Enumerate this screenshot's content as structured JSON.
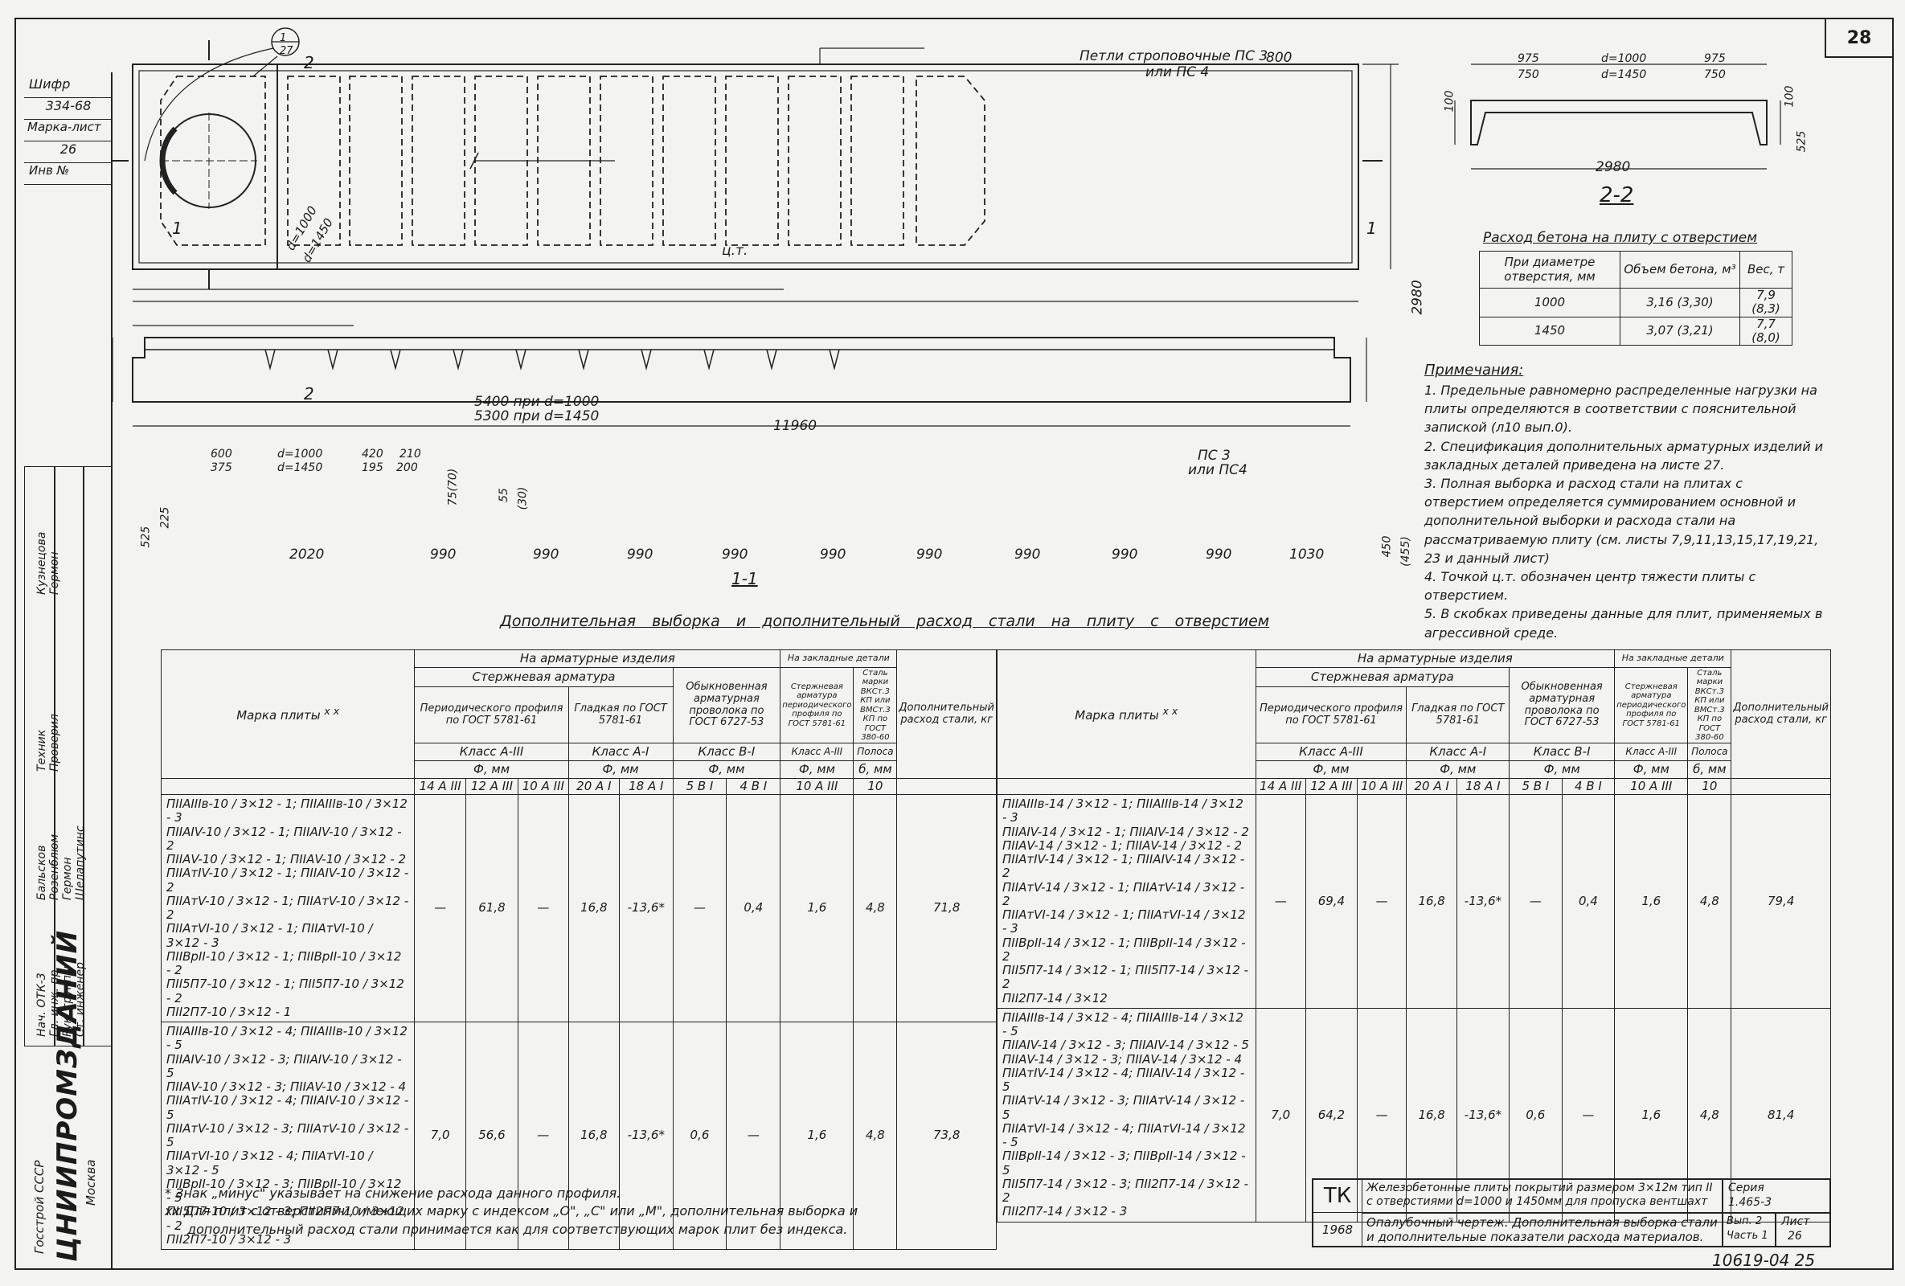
{
  "sheet_no": "28",
  "stamp": {
    "cipher_label": "Шифр",
    "cipher_value": "334-68",
    "mark_sheet_label": "Марка-лист",
    "mark_sheet_value": "26",
    "inv_label": "Инв №"
  },
  "left_strip": {
    "org1": "Госстрой СССР",
    "org2": "ЦНИИПРОМЗДАНИЙ",
    "city": "Москва",
    "roles": [
      "Нач. ОТК-3",
      "Гл. инж. пр",
      "Рук. группы",
      "Ст. инженер",
      "Техник",
      "Проверил"
    ],
    "names": [
      "Бальсков",
      "Розенблюм",
      "Гермон",
      "Шелапутинс",
      "Кузнецова",
      "Гермон"
    ]
  },
  "plan": {
    "loops_label": "Петли строповочные ПС 3",
    "loops_label2": "или ПС 4",
    "dim_800": "800",
    "section_mark_1": "1",
    "section_mark_2": "2",
    "callout_top": "1",
    "callout_bottom": "27",
    "hole_d1": "d=1000",
    "hole_d2": "d=1450",
    "cog": "ц.т.",
    "dim_height": "2980",
    "dim_5400": "5400 при d=1000",
    "dim_5300": "5300 при d=1450",
    "dim_11960": "11960"
  },
  "section11": {
    "title": "1-1",
    "dims_top": [
      "600",
      "375",
      "d=1000",
      "d=1450",
      "420",
      "195",
      "210",
      "200",
      "75(70)",
      "55",
      "(30)"
    ],
    "ps_label": "ПС 3",
    "ps_label2": "или ПС4",
    "dim_525": "525",
    "dim_225": "225",
    "dim_450": "450",
    "dim_455": "(455)",
    "dims_bottom": [
      "2020",
      "990",
      "990",
      "990",
      "990",
      "990",
      "990",
      "990",
      "990",
      "990",
      "1030"
    ]
  },
  "section22": {
    "title": "2-2",
    "dims": [
      "975",
      "750",
      "d=1000",
      "d=1450",
      "975",
      "750",
      "100",
      "100",
      "525",
      "2980"
    ]
  },
  "concrete": {
    "title": "Расход бетона на плиту с отверстием",
    "headers": [
      "При диаметре отверстия, мм",
      "Объем бетона, м³",
      "Вес, т"
    ],
    "rows": [
      [
        "1000",
        "3,16 (3,30)",
        "7,9 (8,3)"
      ],
      [
        "1450",
        "3,07 (3,21)",
        "7,7 (8,0)"
      ]
    ]
  },
  "notes": {
    "title": "Примечания:",
    "items": [
      "1. Предельные равномерно распределенные нагрузки на плиты определяются в соответствии с пояснительной запиской (л10 вып.0).",
      "2. Спецификация дополнительных арматурных изделий и закладных деталей приведена на листе 27.",
      "3. Полная выборка и расход стали на плитах с отверстием определяется суммированием основной и дополнительной выборки и расхода стали на рассматриваемую плиту (см. листы 7,9,11,13,15,17,19,21, 23 и данный лист)",
      "4. Точкой ц.т. обозначен центр тяжести плиты с отверстием.",
      "5. В скобках приведены данные для плит, применяемых в агрессивной среде."
    ]
  },
  "steel_table": {
    "title": "Дополнительная выборка и дополнительный расход стали на плиту с отверстием",
    "h_mark": "Марка плиты",
    "h_mark_sup": "x x",
    "h_armature": "На арматурные изделия",
    "h_rod": "Стержневая арматура",
    "h_periodic": "Периодического профиля по ГОСТ 5781-61",
    "h_smooth": "Гладкая по ГОСТ 5781-61",
    "h_ordinary": "Обыкновенная арматурная проволока по ГОСТ 6727-53",
    "h_embedded": "На закладные детали",
    "h_rod_emb": "Стержневая арматура периодического профиля по ГОСТ 5781-61",
    "h_steel_emb": "Сталь марки ВКСт.3 КП или ВМСт.3 КП по ГОСТ 380-60",
    "h_add": "Дополнительный расход стали, кг",
    "h_classA3": "Класс А-III",
    "h_classA1": "Класс А-I",
    "h_classB1": "Класс В-I",
    "h_classA3e": "Класс А-III",
    "h_strip": "Полоса",
    "h_phi": "Ф, мм",
    "h_delta": "б, мм",
    "subs": [
      "14 А III",
      "12 А III",
      "10 А III",
      "20 А I",
      "18 А I",
      "5 В I",
      "4 В I",
      "10 А III",
      "10"
    ],
    "left_rows": [
      {
        "marks": [
          "ПIIАIIIв-10 / 3×12 - 1",
          "ПIIАIIIв-10 / 3×12 - 3",
          "ПIIАIV-10 / 3×12 - 1",
          "ПIIАIV-10 / 3×12 - 2",
          "ПIIАV-10 / 3×12 - 1",
          "ПIIАV-10 / 3×12 - 2",
          "ПIIАтIV-10 / 3×12 - 1",
          "ПIIАIV-10 / 3×12 - 2",
          "ПIIАтV-10 / 3×12 - 1",
          "ПIIАтV-10 / 3×12 - 2",
          "ПIIАтVI-10 / 3×12 - 1",
          "ПIIАтVI-10 / 3×12 - 3",
          "ПIIВрII-10 / 3×12 - 1",
          "ПIIВрII-10 / 3×12 - 2",
          "ПII5П7-10 / 3×12 - 1",
          "ПII5П7-10 / 3×12 - 2",
          "ПII2П7-10 / 3×12 - 1"
        ],
        "vals": [
          "—",
          "61,8",
          "—",
          "16,8",
          "-13,6*",
          "—",
          "0,4",
          "1,6",
          "4,8",
          "71,8"
        ]
      },
      {
        "marks": [
          "ПIIАIIIв-10 / 3×12 - 4",
          "ПIIАIIIв-10 / 3×12 - 5",
          "ПIIАIV-10 / 3×12 - 3",
          "ПIIАIV-10 / 3×12 - 5",
          "ПIIАV-10 / 3×12 - 3",
          "ПIIАV-10 / 3×12 - 4",
          "ПIIАтIV-10 / 3×12 - 4",
          "ПIIАIV-10 / 3×12 - 5",
          "ПIIАтV-10 / 3×12 - 3",
          "ПIIАтV-10 / 3×12 - 5",
          "ПIIАтVI-10 / 3×12 - 4",
          "ПIIАтVI-10 / 3×12 - 5",
          "ПIIВрII-10 / 3×12 - 3",
          "ПIIВрII-10 / 3×12 - 5",
          "ПII5П7-10 / 3×12 - 3",
          "ПII2П7-10 / 3×12 - 2",
          "ПII2П7-10 / 3×12 - 3"
        ],
        "vals": [
          "7,0",
          "56,6",
          "—",
          "16,8",
          "-13,6*",
          "0,6",
          "—",
          "1,6",
          "4,8",
          "73,8"
        ]
      }
    ],
    "right_rows": [
      {
        "marks": [
          "ПIIАIIIв-14 / 3×12 - 1",
          "ПIIАIIIв-14 / 3×12 - 3",
          "ПIIАIV-14 / 3×12 - 1",
          "ПIIАIV-14 / 3×12 - 2",
          "ПIIАV-14 / 3×12 - 1",
          "ПIIАV-14 / 3×12 - 2",
          "ПIIАтIV-14 / 3×12 - 1",
          "ПIIАIV-14 / 3×12 - 2",
          "ПIIАтV-14 / 3×12 - 1",
          "ПIIАтV-14 / 3×12 - 2",
          "ПIIАтVI-14 / 3×12 - 1",
          "ПIIАтVI-14 / 3×12 - 3",
          "ПIIВрII-14 / 3×12 - 1",
          "ПIIВрII-14 / 3×12 - 2",
          "ПII5П7-14 / 3×12 - 1",
          "ПII5П7-14 / 3×12 - 2",
          "ПII2П7-14 / 3×12"
        ],
        "vals": [
          "—",
          "69,4",
          "—",
          "16,8",
          "-13,6*",
          "—",
          "0,4",
          "1,6",
          "4,8",
          "79,4"
        ]
      },
      {
        "marks": [
          "ПIIАIIIв-14 / 3×12 - 4",
          "ПIIАIIIв-14 / 3×12 - 5",
          "ПIIАIV-14 / 3×12 - 3",
          "ПIIАIV-14 / 3×12 - 5",
          "ПIIАV-14 / 3×12 - 3",
          "ПIIАV-14 / 3×12 - 4",
          "ПIIАтIV-14 / 3×12 - 4",
          "ПIIАIV-14 / 3×12 - 5",
          "ПIIАтV-14 / 3×12 - 3",
          "ПIIАтV-14 / 3×12 - 5",
          "ПIIАтVI-14 / 3×12 - 4",
          "ПIIАтVI-14 / 3×12 - 5",
          "ПIIВрII-14 / 3×12 - 3",
          "ПIIВрII-14 / 3×12 - 5",
          "ПII5П7-14 / 3×12 - 3",
          "ПII2П7-14 / 3×12 - 2",
          "ПII2П7-14 / 3×12 - 3"
        ],
        "vals": [
          "7,0",
          "64,2",
          "—",
          "16,8",
          "-13,6*",
          "0,6",
          "—",
          "1,6",
          "4,8",
          "81,4"
        ]
      }
    ]
  },
  "footnotes": {
    "f1": "* Знак „минус\" указывает на снижение расхода данного профиля.",
    "f2": "xx Для плит с отверстиями, имеющих марку с индексом „О\", „С\" или „М\", дополнительная выборка и",
    "f3": "дополнительный расход стали принимается как для соответствующих марок плит без индекса."
  },
  "titleblock": {
    "tk": "ТК",
    "year": "1968",
    "title1": "Железобетонные плиты покрытий размером 3×12м тип II",
    "title2": "с отверстиями d=1000 и 1450мм для пропуска вентшахт",
    "title3": "Опалубочный чертеж. Дополнительная выборка стали",
    "title4": "и дополнительные показатели расхода материалов.",
    "series_label": "Серия",
    "series_value": "1.465-3",
    "issue_label": "Вып. 2",
    "part_label": "Часть 1",
    "sheet_label": "Лист",
    "sheet_value": "26",
    "bottom_code": "10619-04 25"
  }
}
